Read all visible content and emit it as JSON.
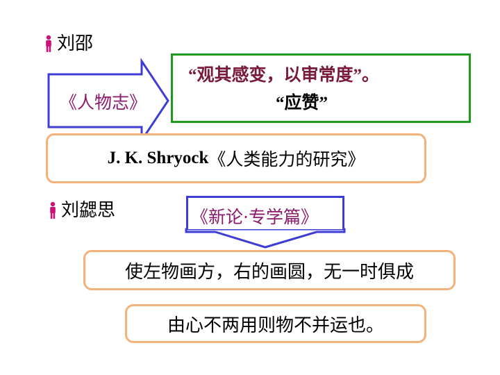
{
  "bullets": {
    "liushao": "刘邵",
    "liuxie": "刘勰思"
  },
  "renwuzhi": {
    "label": "《人物志》",
    "quote_main": "“观其感变，以审常度”。",
    "quote_sub": "“应赞”"
  },
  "shryock": {
    "author": "J. K. Shryock",
    "title": "《人类能力的研究》"
  },
  "xinlun": {
    "label": "《新论·专学篇》"
  },
  "lines": {
    "line1": "使左物画方，右的画圆，无一时俱成",
    "line2": "由心不两用则物不并运也。"
  },
  "colors": {
    "bullet_icon": "#CC1177",
    "label_text": "#8B1A6B",
    "quote_text": "#7A1A3A",
    "arrow_border": "#3D3DD6",
    "green_border": "#1E9A1E",
    "orange_border": "#F2B27A"
  },
  "icons": {
    "bullet": "person-figure-icon"
  }
}
